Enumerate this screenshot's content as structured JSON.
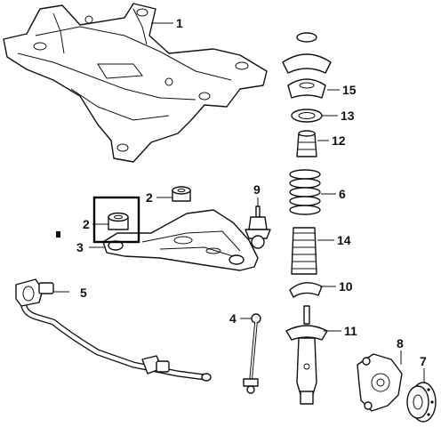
{
  "diagram": {
    "callouts": {
      "subframe": "1",
      "bushing_upper": "2",
      "bushing_lower": "2",
      "lower_arm": "3",
      "stab_link": "4",
      "stabilizer_bar_bushing": "5",
      "spring": "6",
      "hub_bearing": "7",
      "knuckle": "8",
      "ball_joint": "9",
      "spring_seat_lower": "10",
      "strut": "11",
      "bump_stop": "12",
      "bearing": "13",
      "dust_boot": "14",
      "strut_mount": "15"
    },
    "colors": {
      "ink": "#111111",
      "paper": "#ffffff",
      "highlight_box": "#000000"
    }
  }
}
